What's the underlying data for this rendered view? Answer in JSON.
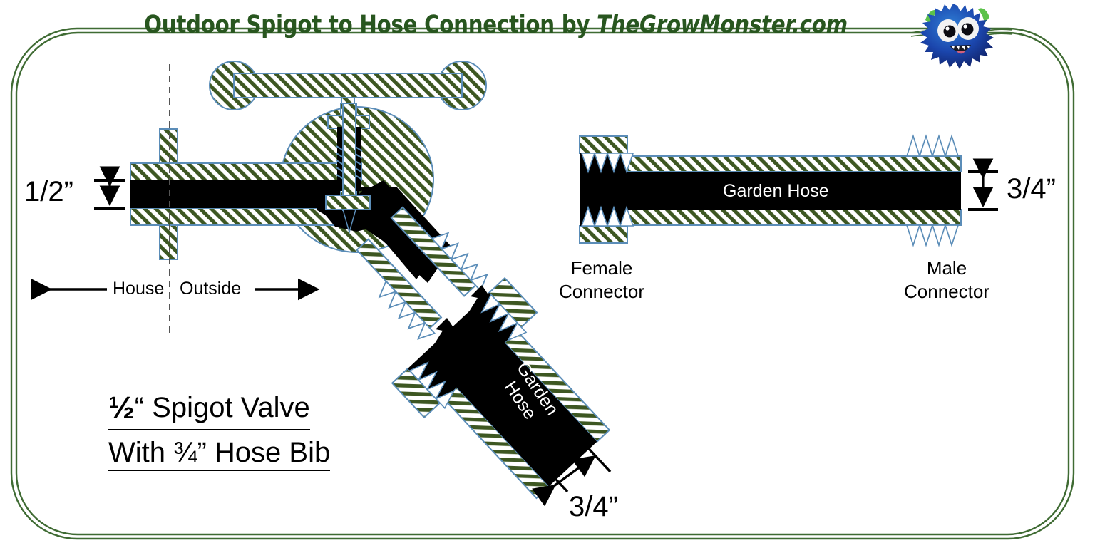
{
  "header": {
    "title_main": "Outdoor Spigot to Hose Connection by ",
    "title_brand": "TheGrowMonster.com",
    "title_full": "Outdoor Spigot to Hose Connection by TheGrowMonster.com",
    "title_color": "#28561f",
    "logo_name": "grow-monster-mascot"
  },
  "frame": {
    "border_color": "#3f6b33",
    "style": "double-line rounded rectangle"
  },
  "palette": {
    "hatch_line": "#3d5722",
    "outline_blue": "#5b8db8",
    "bore_black": "#000000",
    "white": "#ffffff",
    "text_black": "#000000"
  },
  "spigot": {
    "inlet_dimension": "1/2”",
    "flow_left_label": "House",
    "flow_right_label": "Outside",
    "outlet_dimension": "3/4”",
    "legend_line1_fraction": "½",
    "legend_line1_quote": "“",
    "legend_line1_rest": " Spigot Valve",
    "legend_line2": "With ¾”  Hose Bib",
    "hose_label_line1": "Garden",
    "hose_label_line2": "Hose",
    "parts": [
      "handle",
      "packing-nut",
      "valve-stem",
      "valve-seat-washer",
      "body",
      "inlet-pipe",
      "wall-flange",
      "outlet-threads"
    ]
  },
  "hose": {
    "body_label": "Garden Hose",
    "left_connector_line1": "Female",
    "left_connector_line2": "Connector",
    "right_connector_line1": "Male",
    "right_connector_line2": "Connector",
    "diameter_dimension": "3/4”"
  }
}
